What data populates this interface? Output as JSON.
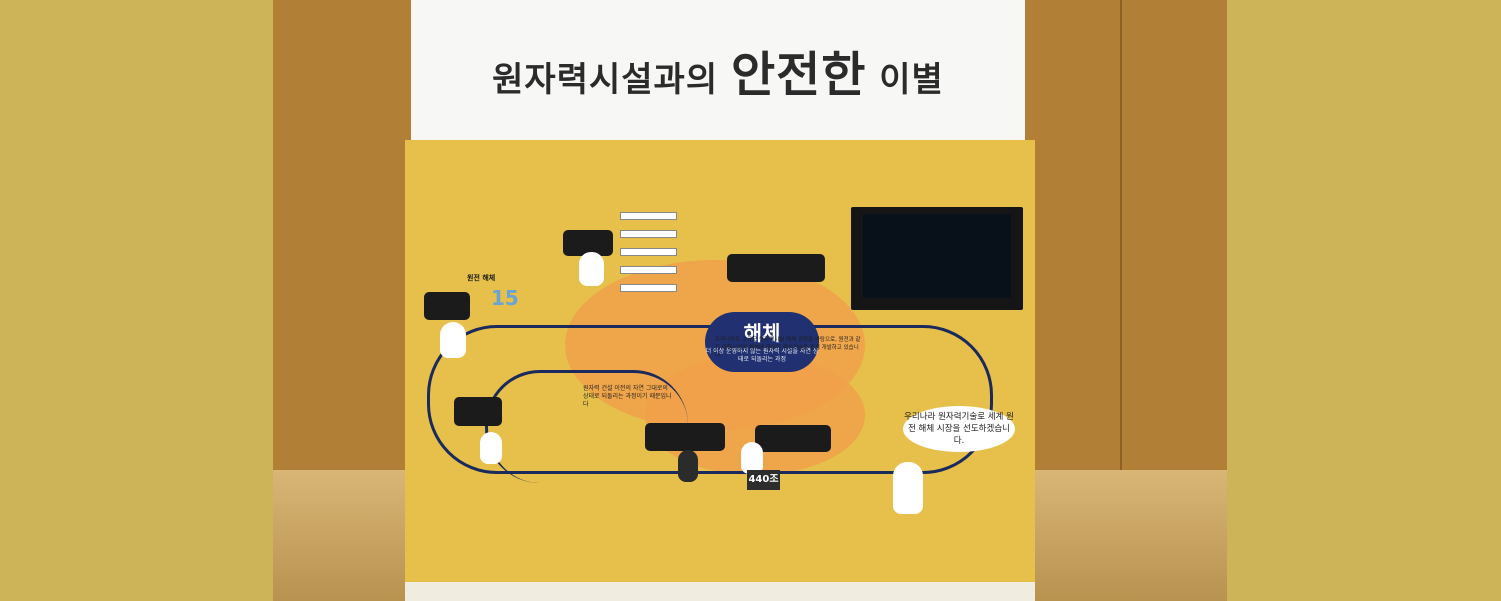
{
  "sign": {
    "title_before": "원자력시설과의",
    "title_accent": "안전한",
    "title_after": "이별"
  },
  "board": {
    "center_title": "해체",
    "center_desc": "더 이상 운영하지 않는 원자력 시설을 자연 상태로 되돌리는 과정",
    "section_title": "원전 해체",
    "bubble_main": "우리나라 원자력기술로 세계 원전 해체 시장을 선도하겠습니다.",
    "amount": "440조",
    "big_number": "15",
    "text_return": "원자력 건설 이전의 자연 그대로의 상태로 되돌리는 과정이기 때문입니다",
    "text_korea": "우리나라도 소규모 원자력시설 해체 경험을 바탕으로, 원전과 같은 대형시설의 해체에 필요한 핵심기술을 중점 개발하고 있습니다."
  },
  "colors": {
    "background": "#cdb458",
    "board": "#e6c04a",
    "accent_orange": "#f0a04a",
    "navy": "#1b2a5c"
  }
}
